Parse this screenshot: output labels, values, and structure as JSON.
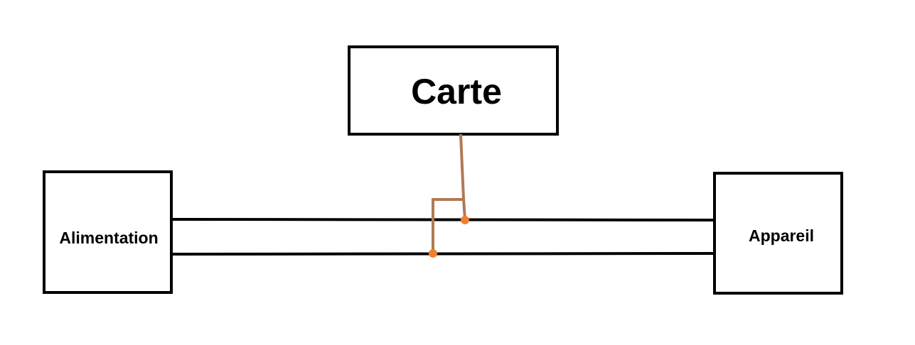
{
  "diagram": {
    "nodes": {
      "carte": {
        "label": "Carte"
      },
      "alimentation": {
        "label": "Alimentation"
      },
      "appareil": {
        "label": "Appareil"
      }
    }
  },
  "colors": {
    "background": "#ffffff",
    "box_stroke": "#000000",
    "line": "#000000",
    "tap_wire": "#b07a54",
    "junction": "#f08030"
  }
}
